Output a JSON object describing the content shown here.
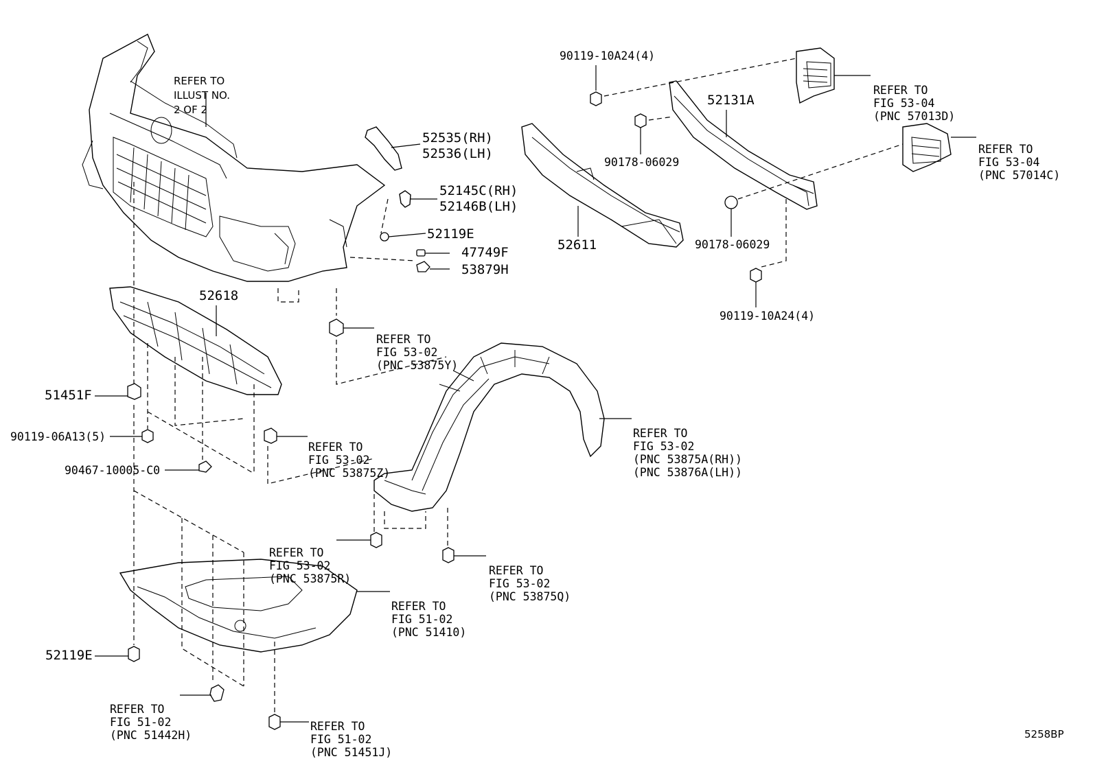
{
  "diagram_code": "5258BP",
  "callouts": {
    "refer_illust": [
      "REFER TO",
      "ILLUST NO.",
      "2 OF 2"
    ],
    "p90119_top": "90119-10A24(4)",
    "refer_57013d": [
      "REFER TO",
      "FIG 53-04",
      "(PNC 57013D)"
    ],
    "p52131a": "52131A",
    "refer_57014c": [
      "REFER TO",
      "FIG 53-04",
      "(PNC 57014C)"
    ],
    "p90178_a": "90178-06029",
    "p90178_b": "90178-06029",
    "p52535": "52535(RH)",
    "p52536": "52536(LH)",
    "p52145c": "52145C(RH)",
    "p52146b": "52146B(LH)",
    "p52119e_top": "52119E",
    "p47749f": "47749F",
    "p53879h": "53879H",
    "p52611": "52611",
    "p52618": "52618",
    "refer_53875y": [
      "REFER TO",
      "FIG 53-02",
      "(PNC 53875Y)"
    ],
    "p90119_bottom": "90119-10A24(4)",
    "p51451f": "51451F",
    "p90119_06a13": "90119-06A13(5)",
    "refer_53875z": [
      "REFER TO",
      "FIG 53-02",
      "(PNC 53875Z)"
    ],
    "refer_53875a": [
      "REFER TO",
      "FIG 53-02",
      "(PNC 53875A(RH))",
      "(PNC 53876A(LH))"
    ],
    "p90467": "90467-10005-C0",
    "refer_53875r": [
      "REFER TO",
      "FIG 53-02",
      "(PNC 53875R)"
    ],
    "refer_53875q": [
      "REFER TO",
      "FIG 53-02",
      "(PNC 53875Q)"
    ],
    "refer_51410": [
      "REFER TO",
      "FIG 51-02",
      "(PNC 51410)"
    ],
    "p52119e_bottom": "52119E",
    "refer_51442h": [
      "REFER TO",
      "FIG 51-02",
      "(PNC 51442H)"
    ],
    "refer_51451j": [
      "REFER TO",
      "FIG 51-02",
      "(PNC 51451J)"
    ]
  }
}
